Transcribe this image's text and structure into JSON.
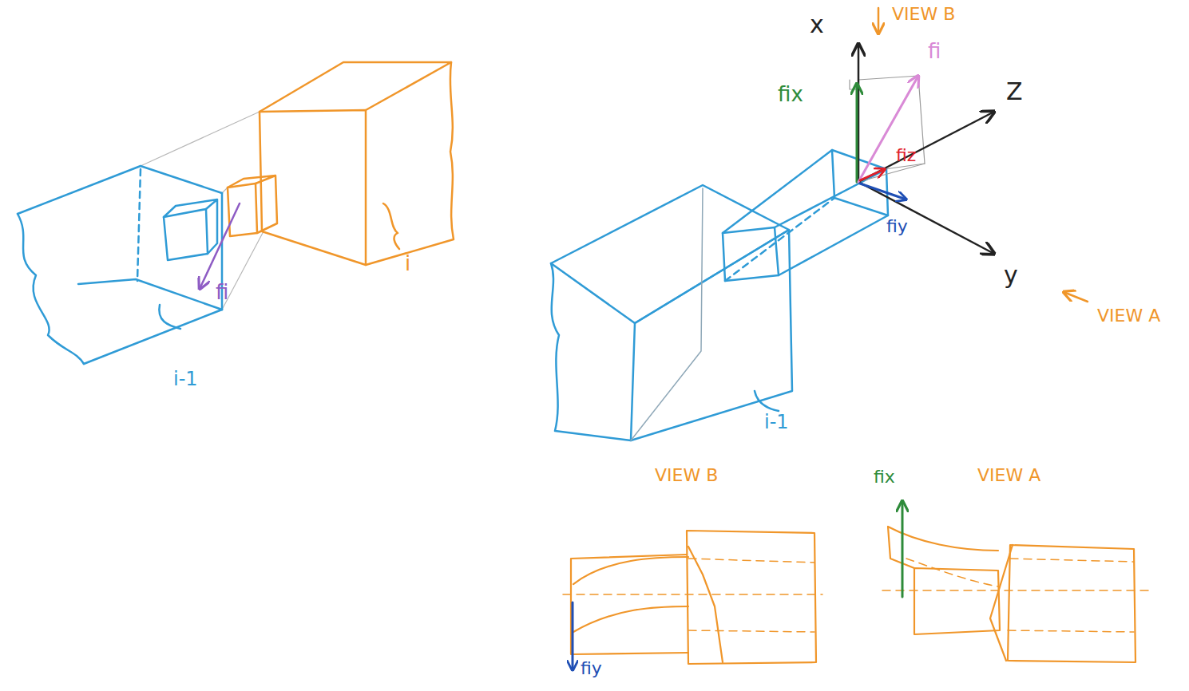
{
  "diagram": {
    "labels": [
      "fi",
      "i",
      "i-1",
      "x",
      "VIEW B",
      "fi",
      "fix",
      "Z",
      "fiz",
      "fiy",
      "y",
      "VIEW A",
      "i-1",
      "VIEW B",
      "VIEW A",
      "fix",
      "fiy"
    ]
  }
}
